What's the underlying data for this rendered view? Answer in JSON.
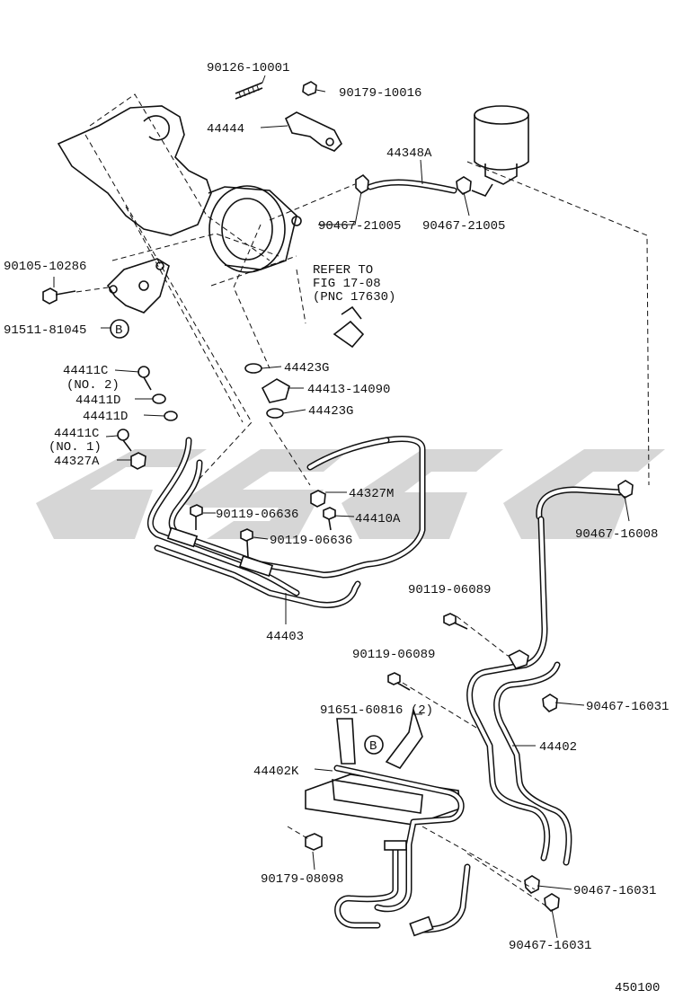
{
  "diagram_id": "450100",
  "refer_note": [
    "REFER TO",
    "FIG 17-08",
    "(PNC 17630)"
  ],
  "callouts": {
    "b_marker": "B",
    "p90126": "90126-10001",
    "p90179_10016": "90179-10016",
    "p44444": "44444",
    "p44348A": "44348A",
    "p90467_21005_a": "90467-21005",
    "p90467_21005_b": "90467-21005",
    "p90105": "90105-10286",
    "p91511": "91511-81045",
    "p44423G_a": "44423G",
    "p44413": "44413-14090",
    "p44423G_b": "44423G",
    "p44411C_no2": "44411C",
    "no2": "(NO. 2)",
    "p44411D_a": "44411D",
    "p44411D_b": "44411D",
    "p44411C_no1": "44411C",
    "no1": "(NO. 1)",
    "p44327A": "44327A",
    "p44327M": "44327M",
    "p90119_06636_a": "90119-06636",
    "p44410A": "44410A",
    "p90119_06636_b": "90119-06636",
    "p44403": "44403",
    "p90467_16008": "90467-16008",
    "p90119_06089_a": "90119-06089",
    "p90119_06089_b": "90119-06089",
    "p90467_16031_a": "90467-16031",
    "p91651": "91651-60816 (2)",
    "p44402": "44402",
    "p44402K": "44402K",
    "p90179_08098": "90179-08098",
    "p90467_16031_b": "90467-16031",
    "p90467_16031_c": "90467-16031"
  }
}
